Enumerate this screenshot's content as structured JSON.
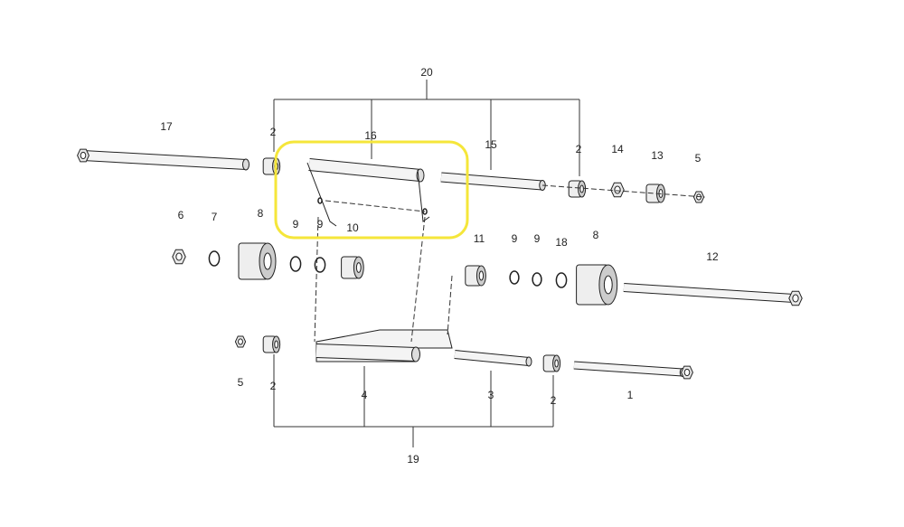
{
  "diagram": {
    "highlight_color": "#f5e63a",
    "callouts": [
      "20",
      "17",
      "2",
      "16",
      "15",
      "2",
      "14",
      "13",
      "5",
      "6",
      "7",
      "8",
      "9",
      "9",
      "10",
      "11",
      "9",
      "9",
      "18",
      "8",
      "12",
      "5",
      "2",
      "4",
      "3",
      "2",
      "1",
      "19"
    ]
  }
}
